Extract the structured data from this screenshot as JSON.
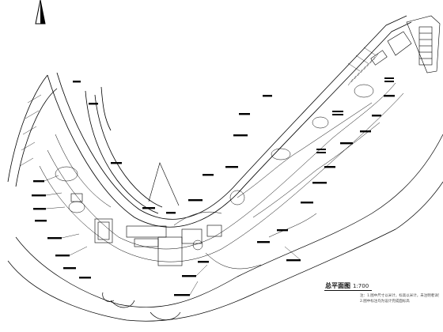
{
  "drawing": {
    "title": "总平面图",
    "scale": "1:700",
    "north_arrow_icon": "north-arrow-icon",
    "notes": [
      "注：1.图中尺寸以米计，标高以米计，未注明者详见施工图",
      "2.图中标注均为设计完成面标高"
    ]
  },
  "colors": {
    "line": "#000000",
    "background": "#ffffff",
    "label_box": "#111111"
  }
}
